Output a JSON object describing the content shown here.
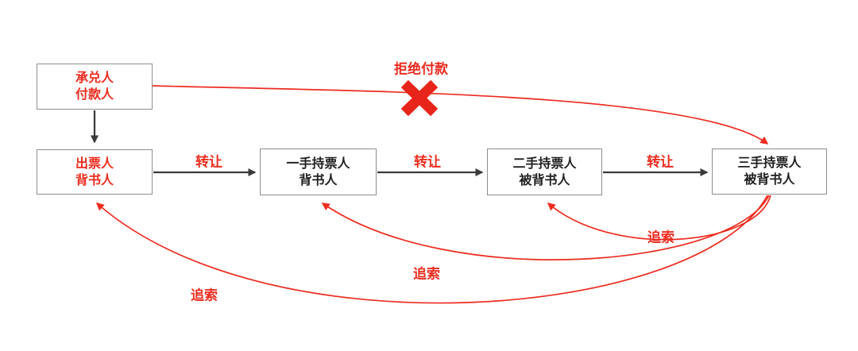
{
  "diagram": {
    "boxes": [
      {
        "id": "acceptor-payer",
        "line1": "承兑人",
        "line2": "付款人",
        "text_color": "red"
      },
      {
        "id": "drawer-endorser",
        "line1": "出票人",
        "line2": "背书人",
        "text_color": "red"
      },
      {
        "id": "first-holder",
        "line1": "一手持票人",
        "line2": "背书人",
        "text_color": "black"
      },
      {
        "id": "second-holder",
        "line1": "二手持票人",
        "line2": "被背书人",
        "text_color": "black"
      },
      {
        "id": "third-holder",
        "line1": "三手持票人",
        "line2": "被背书人",
        "text_color": "black"
      }
    ],
    "edge_labels": {
      "refuse_payment": "拒绝付款",
      "transfer": "转让",
      "recourse": "追索"
    },
    "colors": {
      "red": "#ed2c1f",
      "x_mark_red": "#e8251b",
      "arrow_black": "#3a3a3a",
      "box_border_gray": "#8f8f8f"
    }
  }
}
